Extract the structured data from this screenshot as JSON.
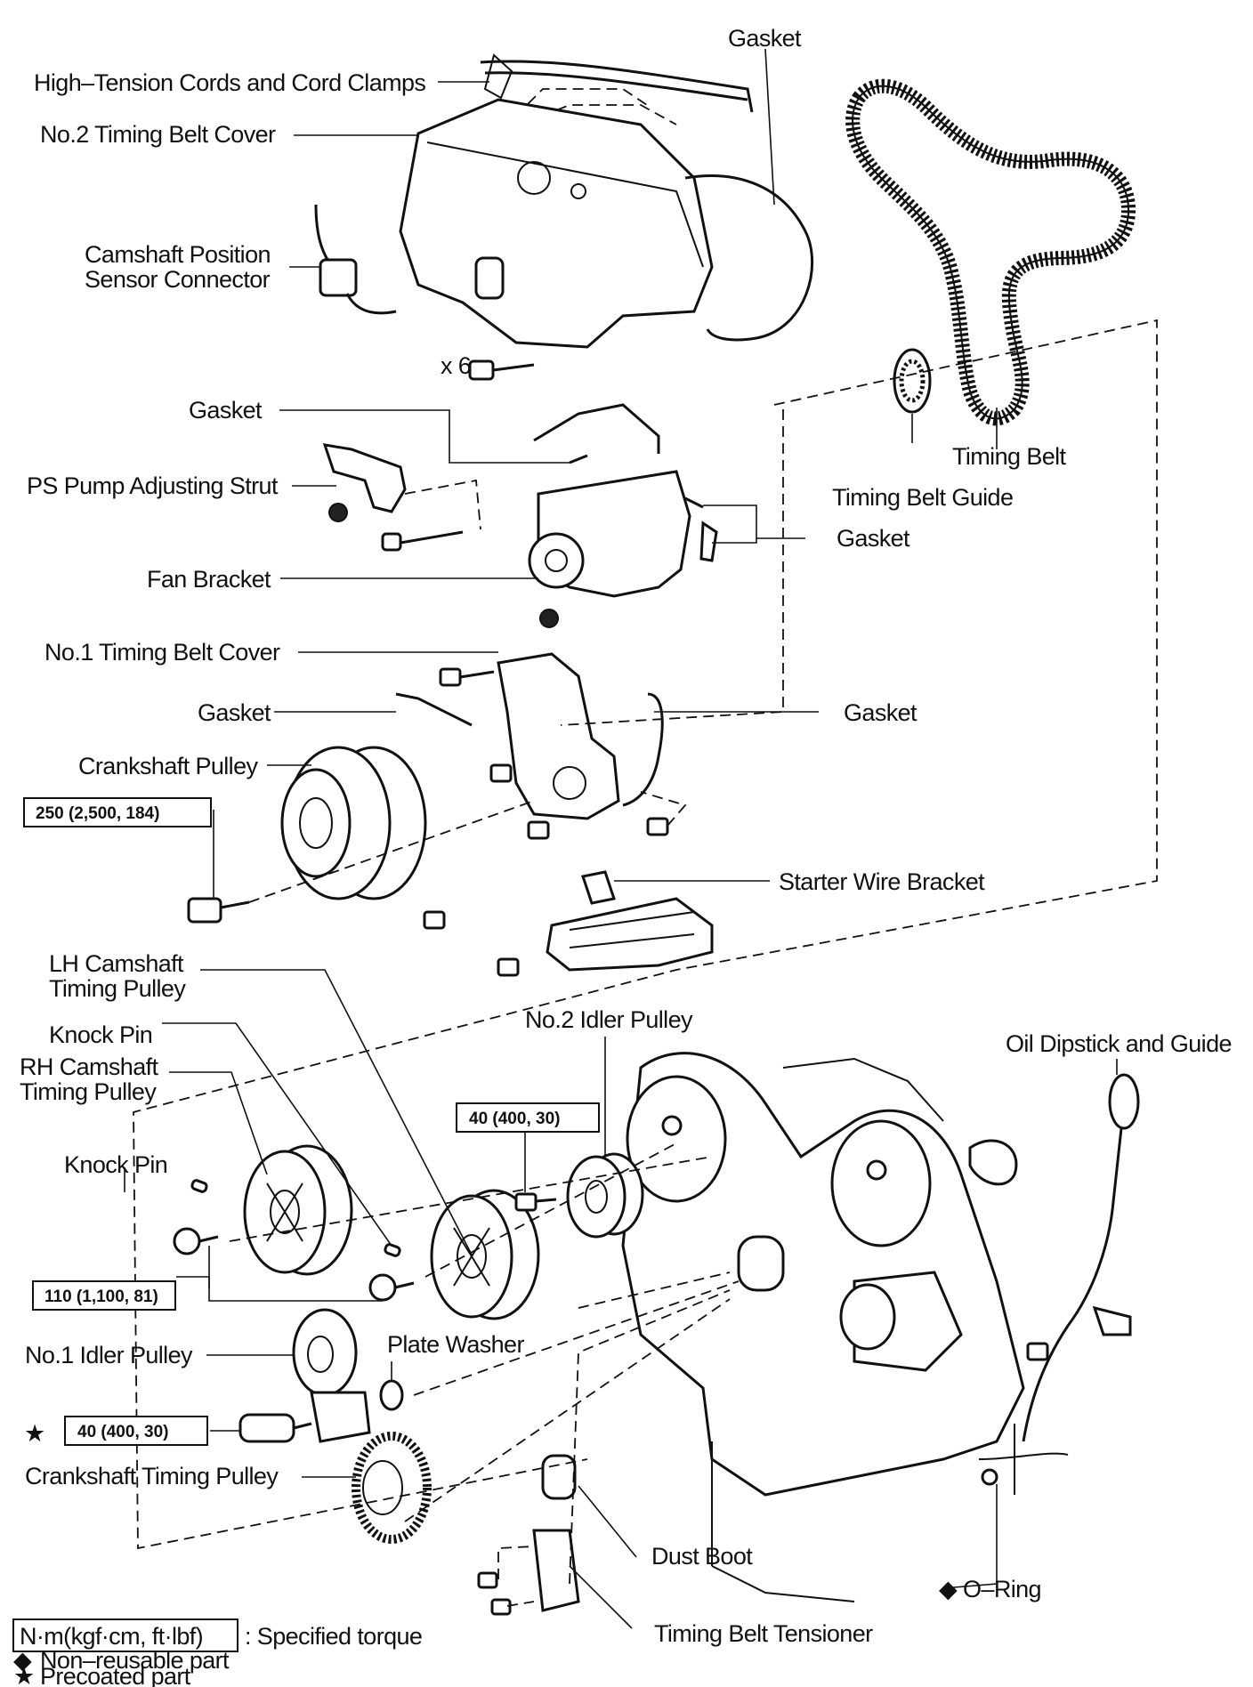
{
  "labels": {
    "gasket_top": "Gasket",
    "high_tension": "High–Tension Cords and Cord Clamps",
    "no2_cover": "No.2 Timing Belt Cover",
    "cam_sensor_1": "Camshaft Position",
    "cam_sensor_2": "Sensor Connector",
    "x6": "x 6",
    "gasket_2": "Gasket",
    "timing_belt": "Timing Belt",
    "ps_strut": "PS Pump Adjusting Strut",
    "belt_guide": "Timing Belt Guide",
    "gasket_3": "Gasket",
    "fan_bracket": "Fan Bracket",
    "no1_cover": "No.1 Timing Belt Cover",
    "gasket_4": "Gasket",
    "gasket_5": "Gasket",
    "crank_pulley": "Crankshaft Pulley",
    "starter_bracket": "Starter Wire Bracket",
    "lh_cam_1": "LH Camshaft",
    "lh_cam_2": "Timing Pulley",
    "knock_pin_1": "Knock Pin",
    "no2_idler": "No.2 Idler Pulley",
    "oil_dipstick": "Oil Dipstick and Guide",
    "rh_cam_1": "RH Camshaft",
    "rh_cam_2": "Timing Pulley",
    "knock_pin_2": "Knock Pin",
    "plate_washer": "Plate Washer",
    "no1_idler": "No.1 Idler Pulley",
    "crank_timing": "Crankshaft Timing Pulley",
    "dust_boot": "Dust Boot",
    "o_ring": "O–Ring",
    "tensioner": "Timing Belt Tensioner"
  },
  "torques": {
    "crank_bolt": "250 (2,500, 184)",
    "idler2_bolt": "40 (400, 30)",
    "cam_bolt": "110 (1,100, 81)",
    "idler1_bolt": "40 (400, 30)"
  },
  "legend": {
    "torque_box": "N·m(kgf·cm, ft·lbf)",
    "torque_text": ": Specified torque",
    "non_reusable": "Non–reusable part",
    "precoated": "Precoated part",
    "diamond_symbol": "◆",
    "star_symbol": "★"
  }
}
